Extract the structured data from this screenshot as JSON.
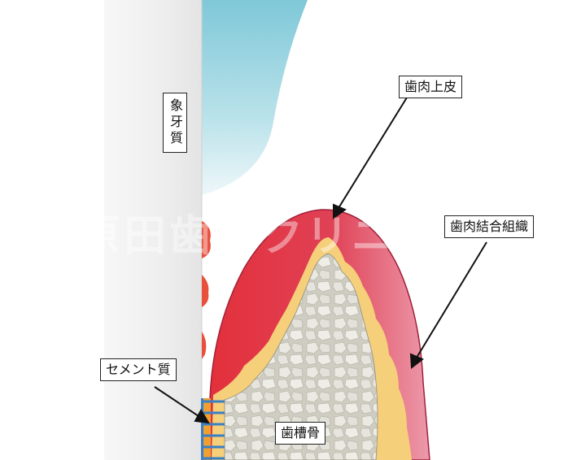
{
  "labels": {
    "dentin": "象牙質",
    "gingival_epithelium": "歯肉上皮",
    "gingival_connective_tissue": "歯肉結合組織",
    "cementum": "セメント質",
    "alveolar_bone": "歯槽骨"
  },
  "watermark": "原田歯科クリニック",
  "colors": {
    "dentin": "#f2f2f2",
    "enamel_crown": "#8fd0dc",
    "gingiva_red": "#e0323c",
    "gingiva_pink": "#e98a9c",
    "epithelium_yellow": "#f7d583",
    "bone": "#deddd4",
    "cementum_blue": "#3a7fc4",
    "cementum_orange": "#f0a030"
  }
}
